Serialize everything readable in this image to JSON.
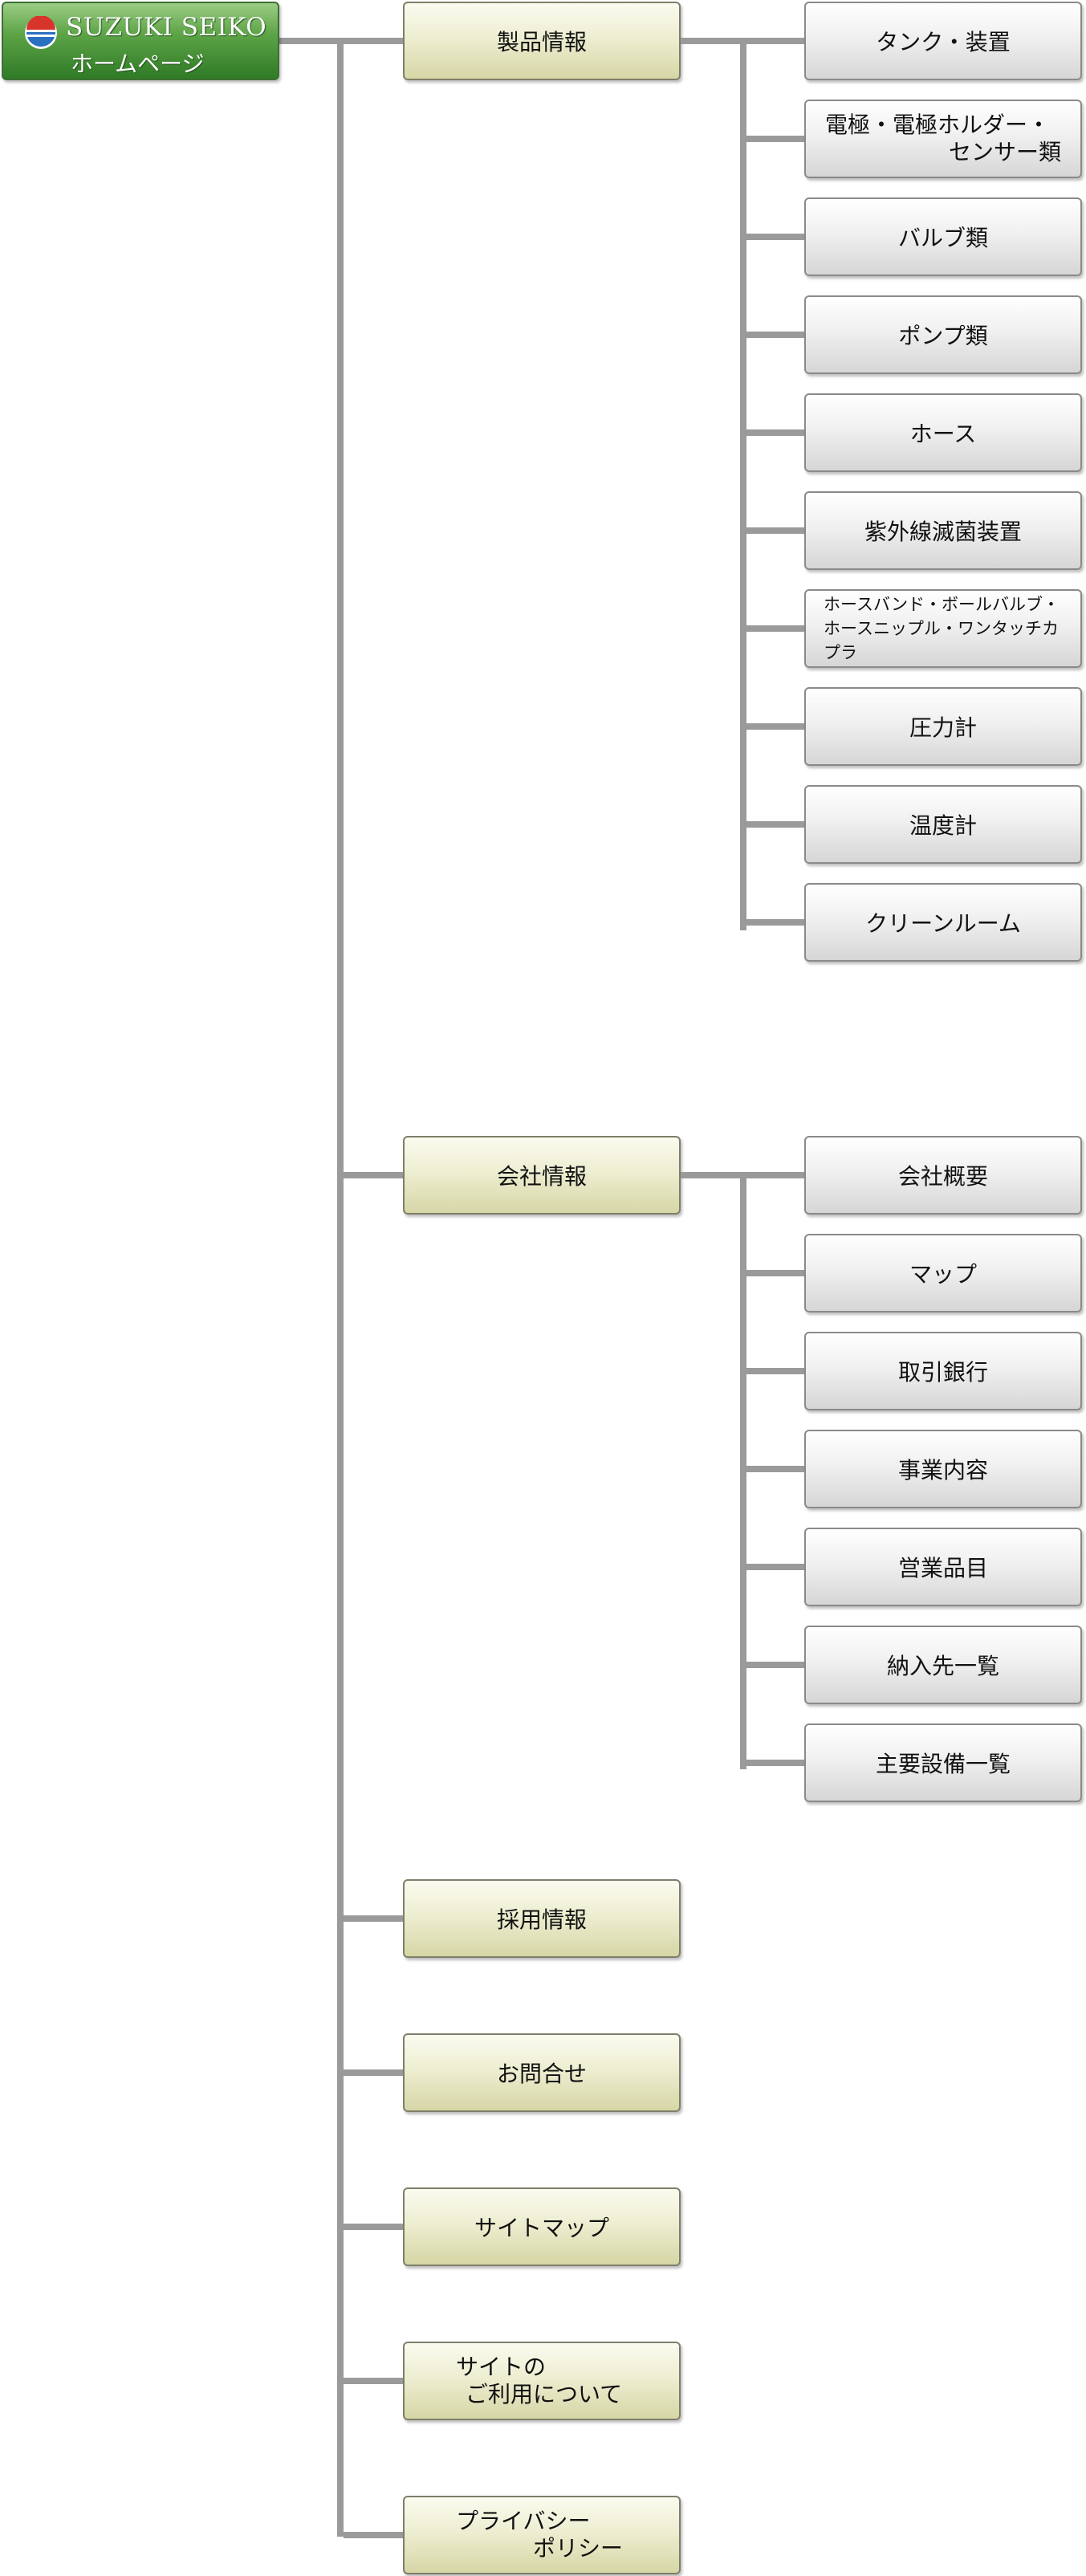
{
  "home": {
    "brand": "SUZUKI SEIKO",
    "label": "ホームページ",
    "logo_colors": [
      "#d7352c",
      "#ffffff",
      "#2a6fc0"
    ]
  },
  "sections": [
    {
      "label": "製品情報",
      "items": [
        {
          "lines": [
            "タンク・装置"
          ]
        },
        {
          "lines": [
            "電極・電極ホルダー・",
            "センサー類"
          ]
        },
        {
          "lines": [
            "バルブ類"
          ]
        },
        {
          "lines": [
            "ポンプ類"
          ]
        },
        {
          "lines": [
            "ホース"
          ]
        },
        {
          "lines": [
            "紫外線滅菌装置"
          ]
        },
        {
          "lines": [
            "ホースバンド・ボールバルブ・",
            "ホースニップル・ワンタッチカプラ"
          ]
        },
        {
          "lines": [
            "圧力計"
          ]
        },
        {
          "lines": [
            "温度計"
          ]
        },
        {
          "lines": [
            "クリーンルーム"
          ]
        }
      ]
    },
    {
      "label": "会社情報",
      "items": [
        {
          "lines": [
            "会社概要"
          ]
        },
        {
          "lines": [
            "マップ"
          ]
        },
        {
          "lines": [
            "取引銀行"
          ]
        },
        {
          "lines": [
            "事業内容"
          ]
        },
        {
          "lines": [
            "営業品目"
          ]
        },
        {
          "lines": [
            "納入先一覧"
          ]
        },
        {
          "lines": [
            "主要設備一覧"
          ]
        }
      ]
    },
    {
      "label": "採用情報",
      "items": []
    },
    {
      "label": "お問合せ",
      "items": []
    },
    {
      "label": "サイトマップ",
      "items": []
    },
    {
      "lines": [
        "サイトの",
        "ご利用について"
      ],
      "items": []
    },
    {
      "lines": [
        "プライバシー",
        "ポリシー"
      ],
      "items": []
    }
  ]
}
